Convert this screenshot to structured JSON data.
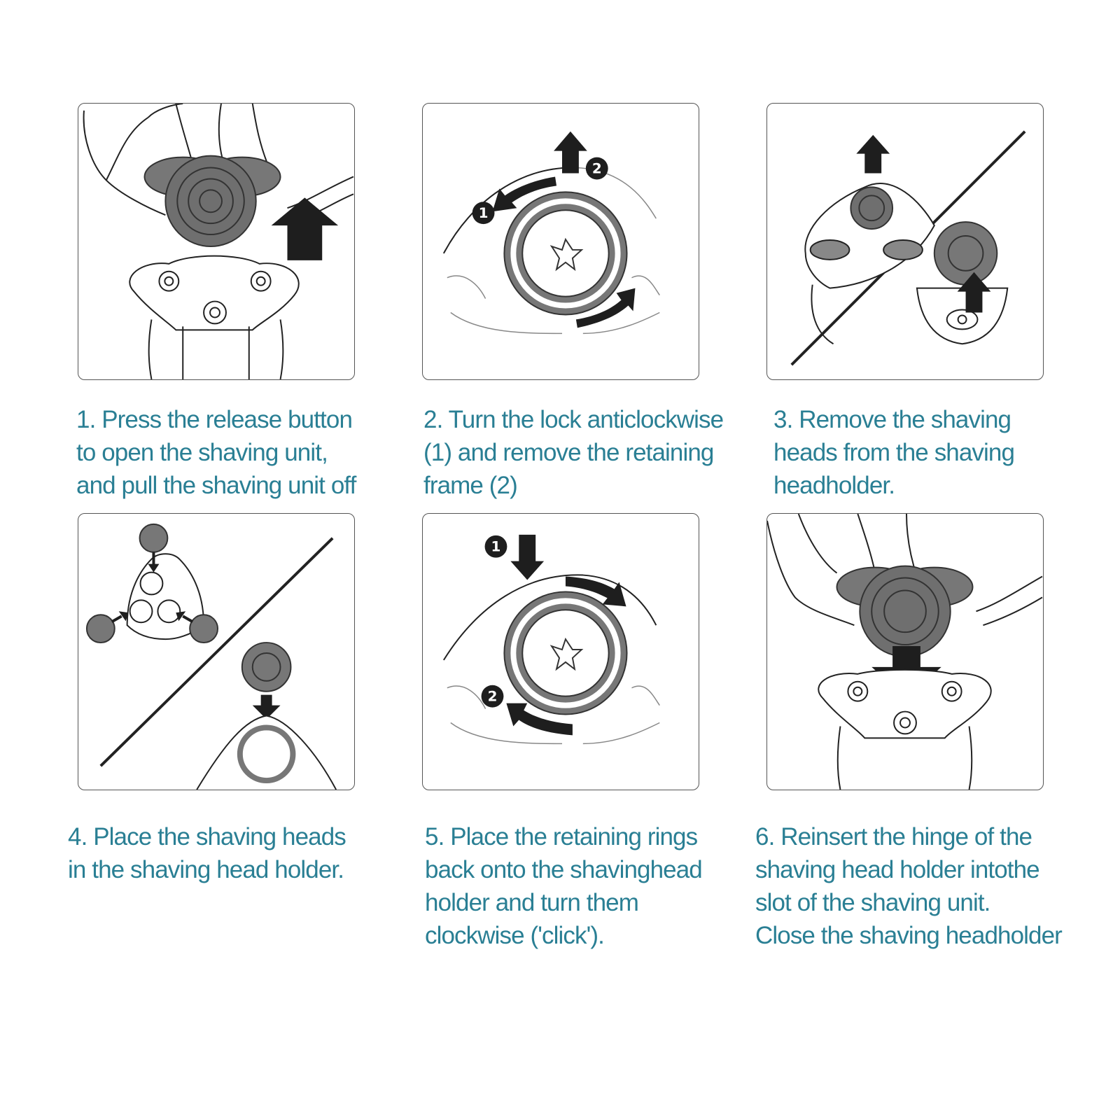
{
  "steps": [
    {
      "lines": [
        "1. Press the release button",
        "to open the shaving unit,",
        "and pull the shaving unit off"
      ]
    },
    {
      "lines": [
        "2. Turn the lock anticlockwise",
        "(1) and remove the retaining",
        "frame (2)"
      ]
    },
    {
      "lines": [
        "3. Remove the shaving",
        "heads from the shaving",
        "headholder."
      ]
    },
    {
      "lines": [
        "4. Place the shaving heads",
        "in the shaving head holder."
      ]
    },
    {
      "lines": [
        "5. Place the retaining rings",
        "back onto the shavinghead",
        "holder and turn them",
        "clockwise ('click')."
      ]
    },
    {
      "lines": [
        "6. Reinsert the hinge of the",
        "shaving head holder intothe",
        "slot of the shaving unit.",
        "Close the shaving headholder"
      ]
    }
  ],
  "markers": {
    "one": "1",
    "two": "2"
  },
  "colors": {
    "caption": "#2a7f94",
    "outline": "#555555",
    "part_fill": "#6f6f6f",
    "arrow": "#1e1e1e"
  }
}
